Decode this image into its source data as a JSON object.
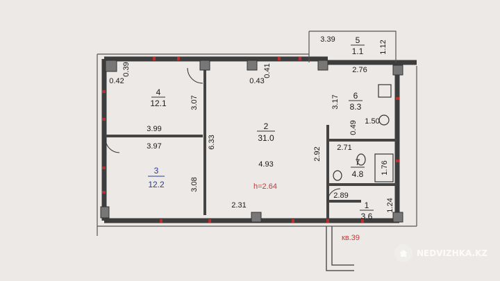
{
  "rooms": [
    {
      "num": "1",
      "area": "3.6"
    },
    {
      "num": "2",
      "area": "31.0"
    },
    {
      "num": "3",
      "area": "12.2"
    },
    {
      "num": "4",
      "area": "12.1"
    },
    {
      "num": "5",
      "area": "1.1"
    },
    {
      "num": "6",
      "area": "8.3"
    },
    {
      "num": "7",
      "area": "4.8"
    }
  ],
  "dimensions": {
    "d339": "3.39",
    "d112": "1.12",
    "d276": "2.76",
    "d039": "0.39",
    "d042": "0.42",
    "d043": "0.43",
    "d041": "0.41",
    "d317": "3.17",
    "d307": "3.07",
    "d399": "3.99",
    "d397": "3.97",
    "d633": "6.33",
    "d493": "4.93",
    "d150": "1.50",
    "d049": "0.49",
    "d292": "2.92",
    "d271": "2.71",
    "d176": "1.76",
    "d308": "3.08",
    "d289": "2.89",
    "d231": "2.31",
    "d124": "1.24"
  },
  "ceiling_height": "h=2.64",
  "apartment_label": "кв.39",
  "watermark": "NEDVIZHKA.KZ"
}
